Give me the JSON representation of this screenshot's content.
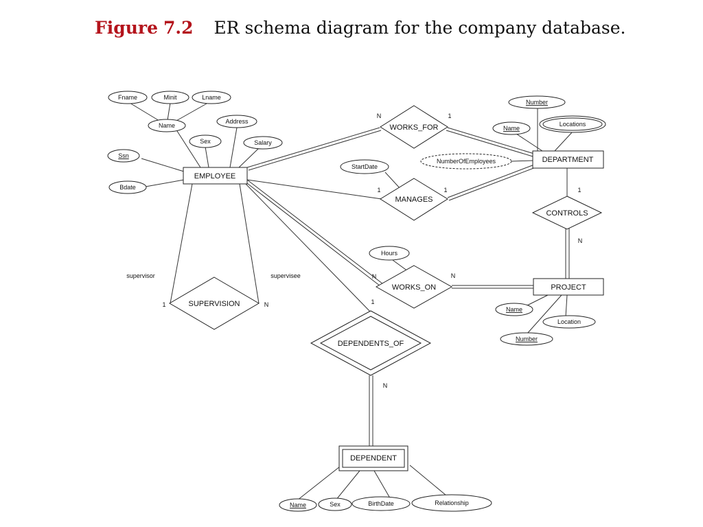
{
  "caption": {
    "figure_word": "Figure",
    "figure_number": "7.2",
    "text": "ER schema diagram for the company database."
  },
  "entities": {
    "employee": "EMPLOYEE",
    "department": "DEPARTMENT",
    "project": "PROJECT",
    "dependent": "DEPENDENT"
  },
  "relationships": {
    "works_for": "WORKS_FOR",
    "manages": "MANAGES",
    "works_on": "WORKS_ON",
    "controls": "CONTROLS",
    "supervision": "SUPERVISION",
    "dependents_of": "DEPENDENTS_OF"
  },
  "attributes": {
    "fname": "Fname",
    "minit": "Minit",
    "lname": "Lname",
    "emp_name": "Name",
    "address": "Address",
    "sex": "Sex",
    "salary": "Salary",
    "ssn": "Ssn",
    "bdate": "Bdate",
    "start_date": "StartDate",
    "number_of_employees": "NumberOfEmployees",
    "dept_number": "Number",
    "dept_name": "Name",
    "locations": "Locations",
    "hours": "Hours",
    "proj_name": "Name",
    "proj_location": "Location",
    "proj_number": "Number",
    "dep_name": "Name",
    "dep_sex": "Sex",
    "birth_date": "BirthDate",
    "relationship": "Relationship"
  },
  "roles": {
    "supervisor": "supervisor",
    "supervisee": "supervisee"
  },
  "cardinalities": {
    "works_for_emp": "N",
    "works_for_dept": "1",
    "manages_emp": "1",
    "manages_dept": "1",
    "controls_dept": "1",
    "controls_proj": "N",
    "works_on_emp": "N",
    "works_on_proj": "N",
    "supervision_supervisor": "1",
    "supervision_supervisee": "N",
    "dependents_of_emp": "1",
    "dependents_of_dep": "N"
  }
}
